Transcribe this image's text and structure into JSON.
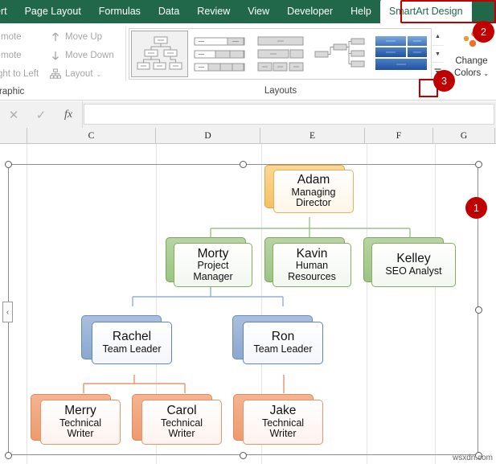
{
  "ribbon": {
    "tabs": [
      {
        "label": "ert",
        "active": false
      },
      {
        "label": "Page Layout",
        "active": false
      },
      {
        "label": "Formulas",
        "active": false
      },
      {
        "label": "Data",
        "active": false
      },
      {
        "label": "Review",
        "active": false
      },
      {
        "label": "View",
        "active": false
      },
      {
        "label": "Developer",
        "active": false
      },
      {
        "label": "Help",
        "active": false
      },
      {
        "label": "SmartArt Design",
        "active": true
      }
    ],
    "create_graphic_group": {
      "label": "Graphic",
      "promote": "mote",
      "demote": "mote",
      "right_to_left": "ght to Left",
      "move_up": "Move Up",
      "move_down": "Move Down",
      "layout": "Layout"
    },
    "layouts_group": {
      "label": "Layouts",
      "scroll_up": "▲",
      "scroll_down": "▼",
      "more": "▼"
    },
    "change_colors": {
      "line1": "Change",
      "line2": "Colors"
    }
  },
  "formula_bar": {
    "cancel": "✕",
    "enter": "✓",
    "fx": "fx",
    "value": ""
  },
  "columns": [
    "C",
    "D",
    "E",
    "F",
    "G"
  ],
  "orgchart": {
    "nodes": [
      {
        "name": "Adam",
        "title": "Managing Director",
        "color": "orange",
        "level": 1
      },
      {
        "name": "Morty",
        "title": "Project Manager",
        "color": "green",
        "level": 2
      },
      {
        "name": "Kavin",
        "title": "Human Resources",
        "color": "green",
        "level": 2
      },
      {
        "name": "Kelley",
        "title": "SEO Analyst",
        "color": "green",
        "level": 2
      },
      {
        "name": "Rachel",
        "title": "Team Leader",
        "color": "blue",
        "level": 3
      },
      {
        "name": "Ron",
        "title": "Team Leader",
        "color": "blue",
        "level": 3
      },
      {
        "name": "Merry",
        "title": "Technical Writer",
        "color": "salmon",
        "level": 4
      },
      {
        "name": "Carol",
        "title": "Technical Writer",
        "color": "salmon",
        "level": 4
      },
      {
        "name": "Jake",
        "title": "Technical Writer",
        "color": "salmon",
        "level": 4
      }
    ],
    "text_pane_toggle": "‹"
  },
  "annotations": [
    {
      "num": "1"
    },
    {
      "num": "2"
    },
    {
      "num": "3"
    }
  ],
  "watermark": "wsxdn.com",
  "colors": {
    "ribbon_green": "#21684a",
    "highlight_red": "#c00000",
    "node_orange_border": "#e8a33d",
    "node_green_border": "#76a951",
    "node_blue_border": "#4a7ebb",
    "node_salmon_border": "#e8956b"
  }
}
